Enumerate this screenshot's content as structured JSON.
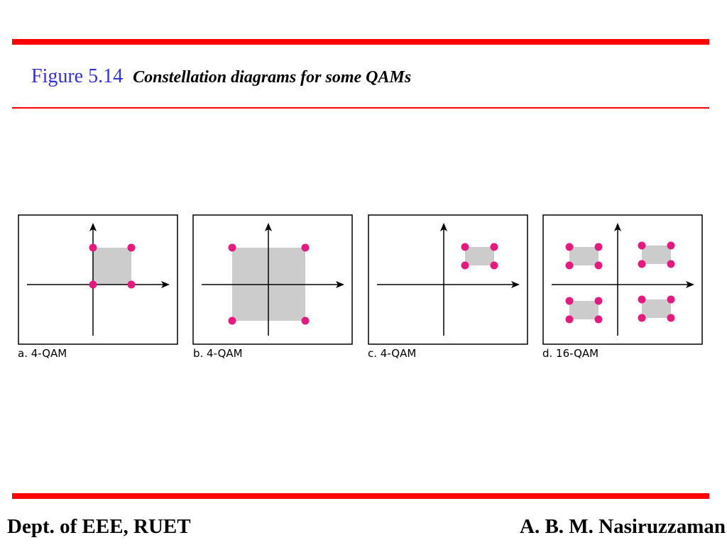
{
  "header": {
    "figure_number": "Figure 5.14",
    "caption": "Constellation diagrams for some QAMs"
  },
  "panels": [
    {
      "label": "a. 4-QAM",
      "points": 4
    },
    {
      "label": "b. 4-QAM",
      "points": 4
    },
    {
      "label": "c. 4-QAM",
      "points": 4
    },
    {
      "label": "d. 16-QAM",
      "points": 16
    }
  ],
  "footer": {
    "left": "Dept. of EEE, RUET",
    "right": "A. B. M. Nasiruzzaman"
  },
  "colors": {
    "rule": "#ff0000",
    "figure_number": "#3333cc",
    "point": "#e6197f",
    "region": "#cccccc",
    "frame": "#000000"
  }
}
